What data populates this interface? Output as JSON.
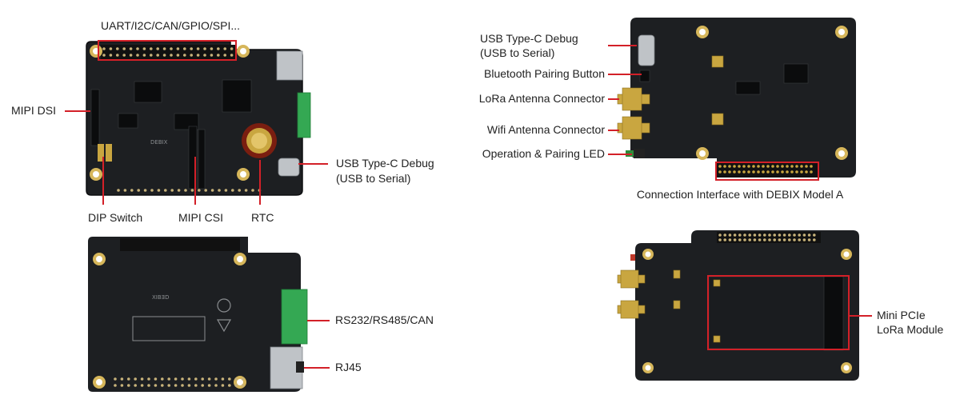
{
  "top_left": {
    "header_label": "UART/I2C/CAN/GPIO/SPI...",
    "mipi_dsi": "MIPI DSI",
    "usb_debug_line1": "USB Type-C Debug",
    "usb_debug_line2": "(USB to Serial)",
    "dip_switch": "DIP Switch",
    "mipi_csi": "MIPI CSI",
    "rtc": "RTC"
  },
  "bottom_left": {
    "rs_can": "RS232/RS485/CAN",
    "rj45": "RJ45"
  },
  "top_right": {
    "usb_debug_line1": "USB Type-C Debug",
    "usb_debug_line2": "(USB to Serial)",
    "bt_button": "Bluetooth Pairing Button",
    "lora_ant": "LoRa Antenna Connector",
    "wifi_ant": "Wifi Antenna Connector",
    "led": "Operation & Pairing LED",
    "interface": "Connection Interface with DEBIX Model A"
  },
  "bottom_right": {
    "pcie_line1": "Mini PCIe",
    "pcie_line2": "LoRa Module"
  },
  "colors": {
    "accent": "#d32028",
    "pcb": "#1d1f22",
    "terminal": "#34a853"
  }
}
